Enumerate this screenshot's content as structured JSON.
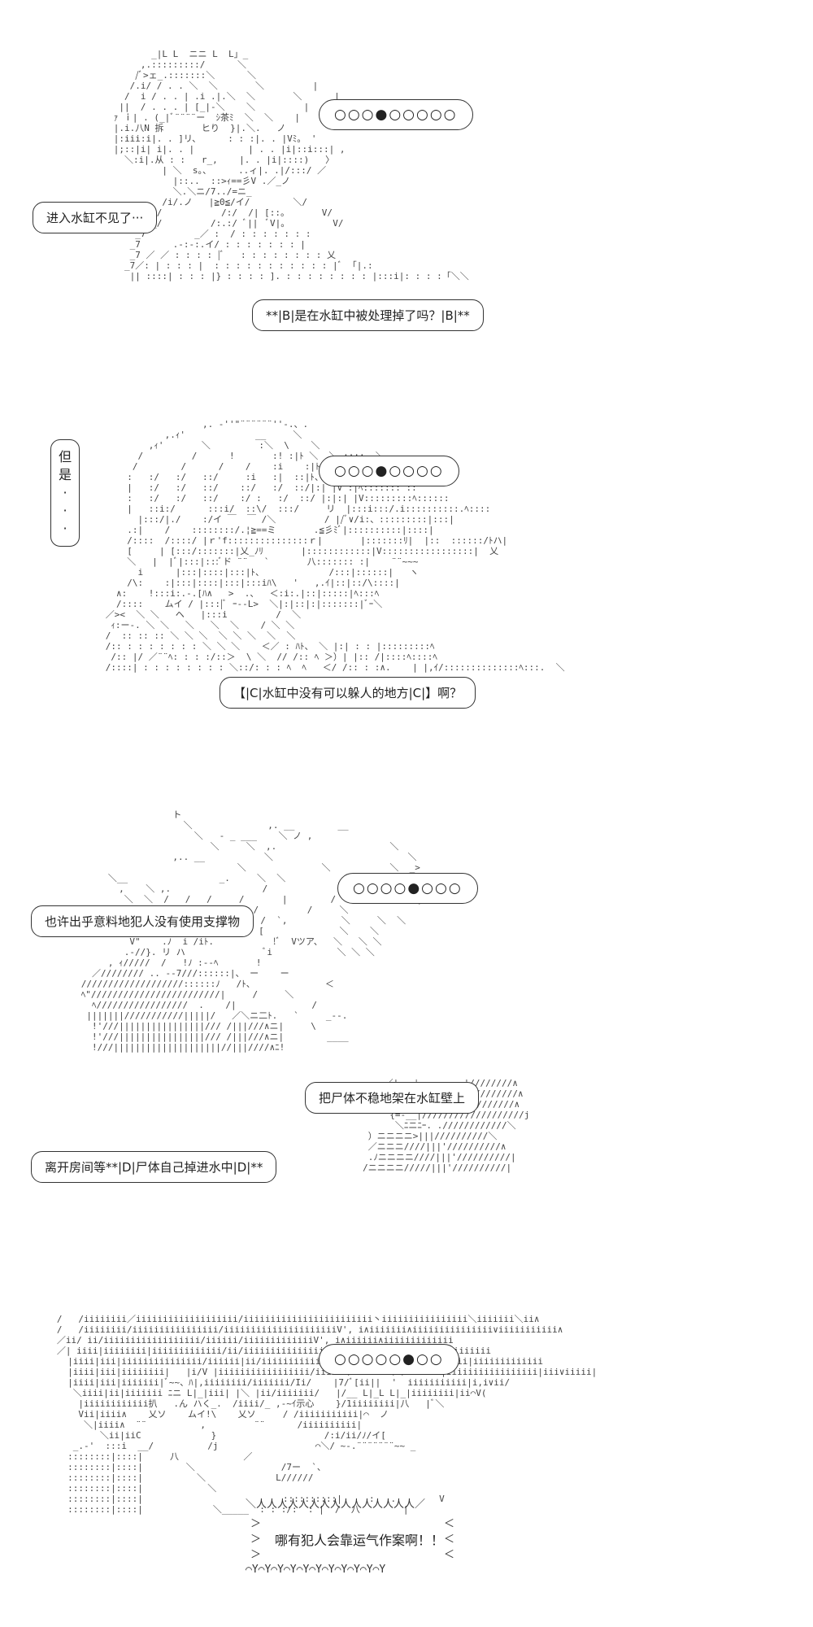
{
  "panel1": {
    "thought": "○○○●○○○○○",
    "bubble_a": "进入水缸不见了···",
    "bubble_b": "**|B|是在水缸中被处理掉了吗？|B|**"
  },
  "panel2": {
    "thought": "○○○●○○○○",
    "vertical": [
      "但",
      "是",
      "·",
      "·",
      "·"
    ],
    "bubble_a": "【|C|水缸中没有可以躲人的地方|C|】啊？"
  },
  "panel3": {
    "thought": "○○○○●○○○",
    "bubble_a": "也许出乎意料地犯人没有使用支撑物",
    "bubble_b": "把尸体不稳地架在水缸壁上",
    "bubble_c": "离开房间等**|D|尸体自己掉进水中|D|**"
  },
  "panel4": {
    "thought": "○○○○○●○○",
    "shout": "哪有犯人会靠运气作案啊！！"
  }
}
